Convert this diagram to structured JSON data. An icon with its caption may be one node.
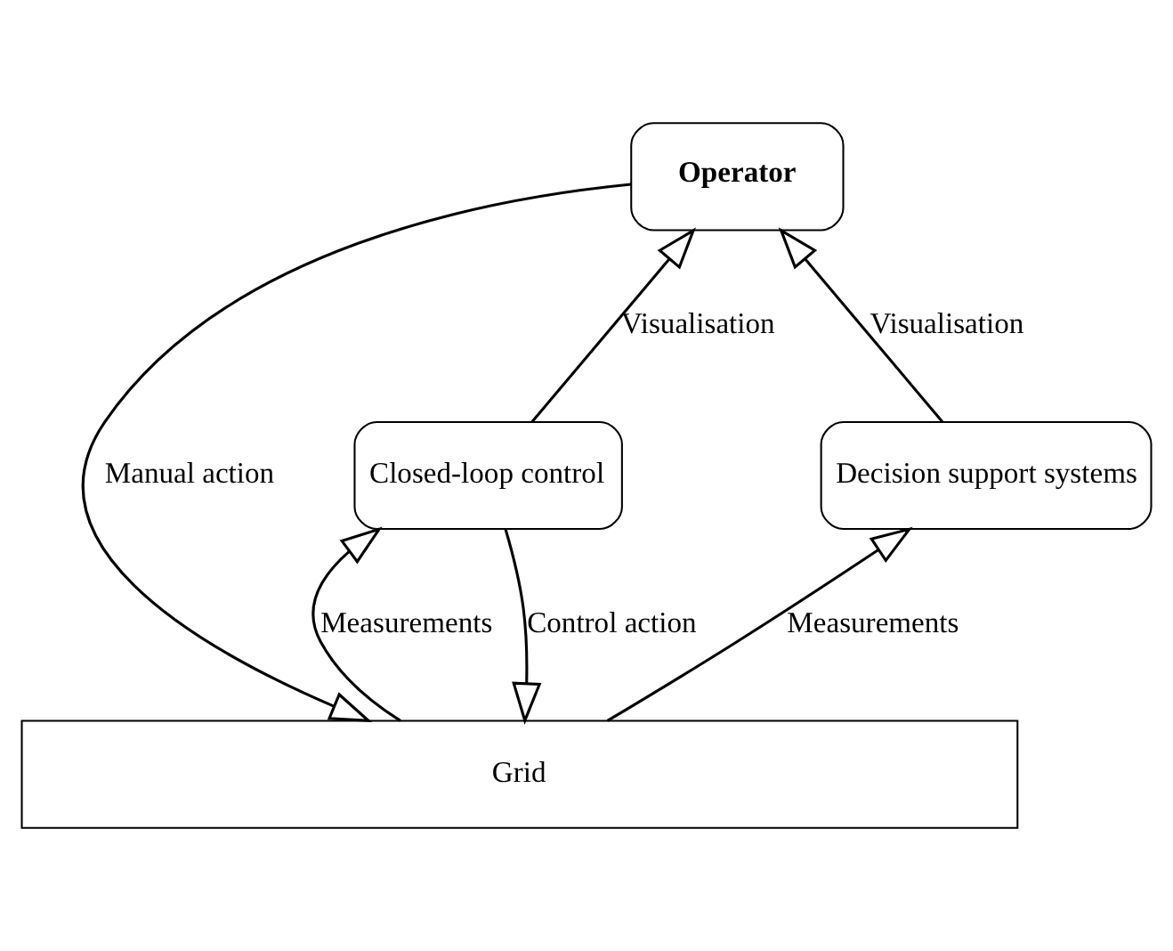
{
  "diagram": {
    "nodes": [
      {
        "text": [
          "Operator"
        ]
      },
      {
        "text": [
          "Decision support systems"
        ]
      },
      {
        "text": [
          "Closed-loop control"
        ]
      },
      {
        "text": [
          "Grid"
        ]
      }
    ],
    "edges": [
      {
        "from": 1,
        "to": 0,
        "arrow": "to",
        "label": "Visualisation"
      },
      {
        "from": 0,
        "to": 3,
        "arrow": "to",
        "label": "Manual action"
      },
      {
        "from": 2,
        "to": 0,
        "arrow": "to",
        "label": "Visualisation"
      },
      {
        "from": 3,
        "to": 1,
        "arrow": "to",
        "label": "Measurements"
      },
      {
        "from": 3,
        "to": 2,
        "arrow": "to",
        "label": "Measurements"
      },
      {
        "from": 2,
        "to": 3,
        "arrow": "to",
        "label": "Control action"
      }
    ]
  }
}
